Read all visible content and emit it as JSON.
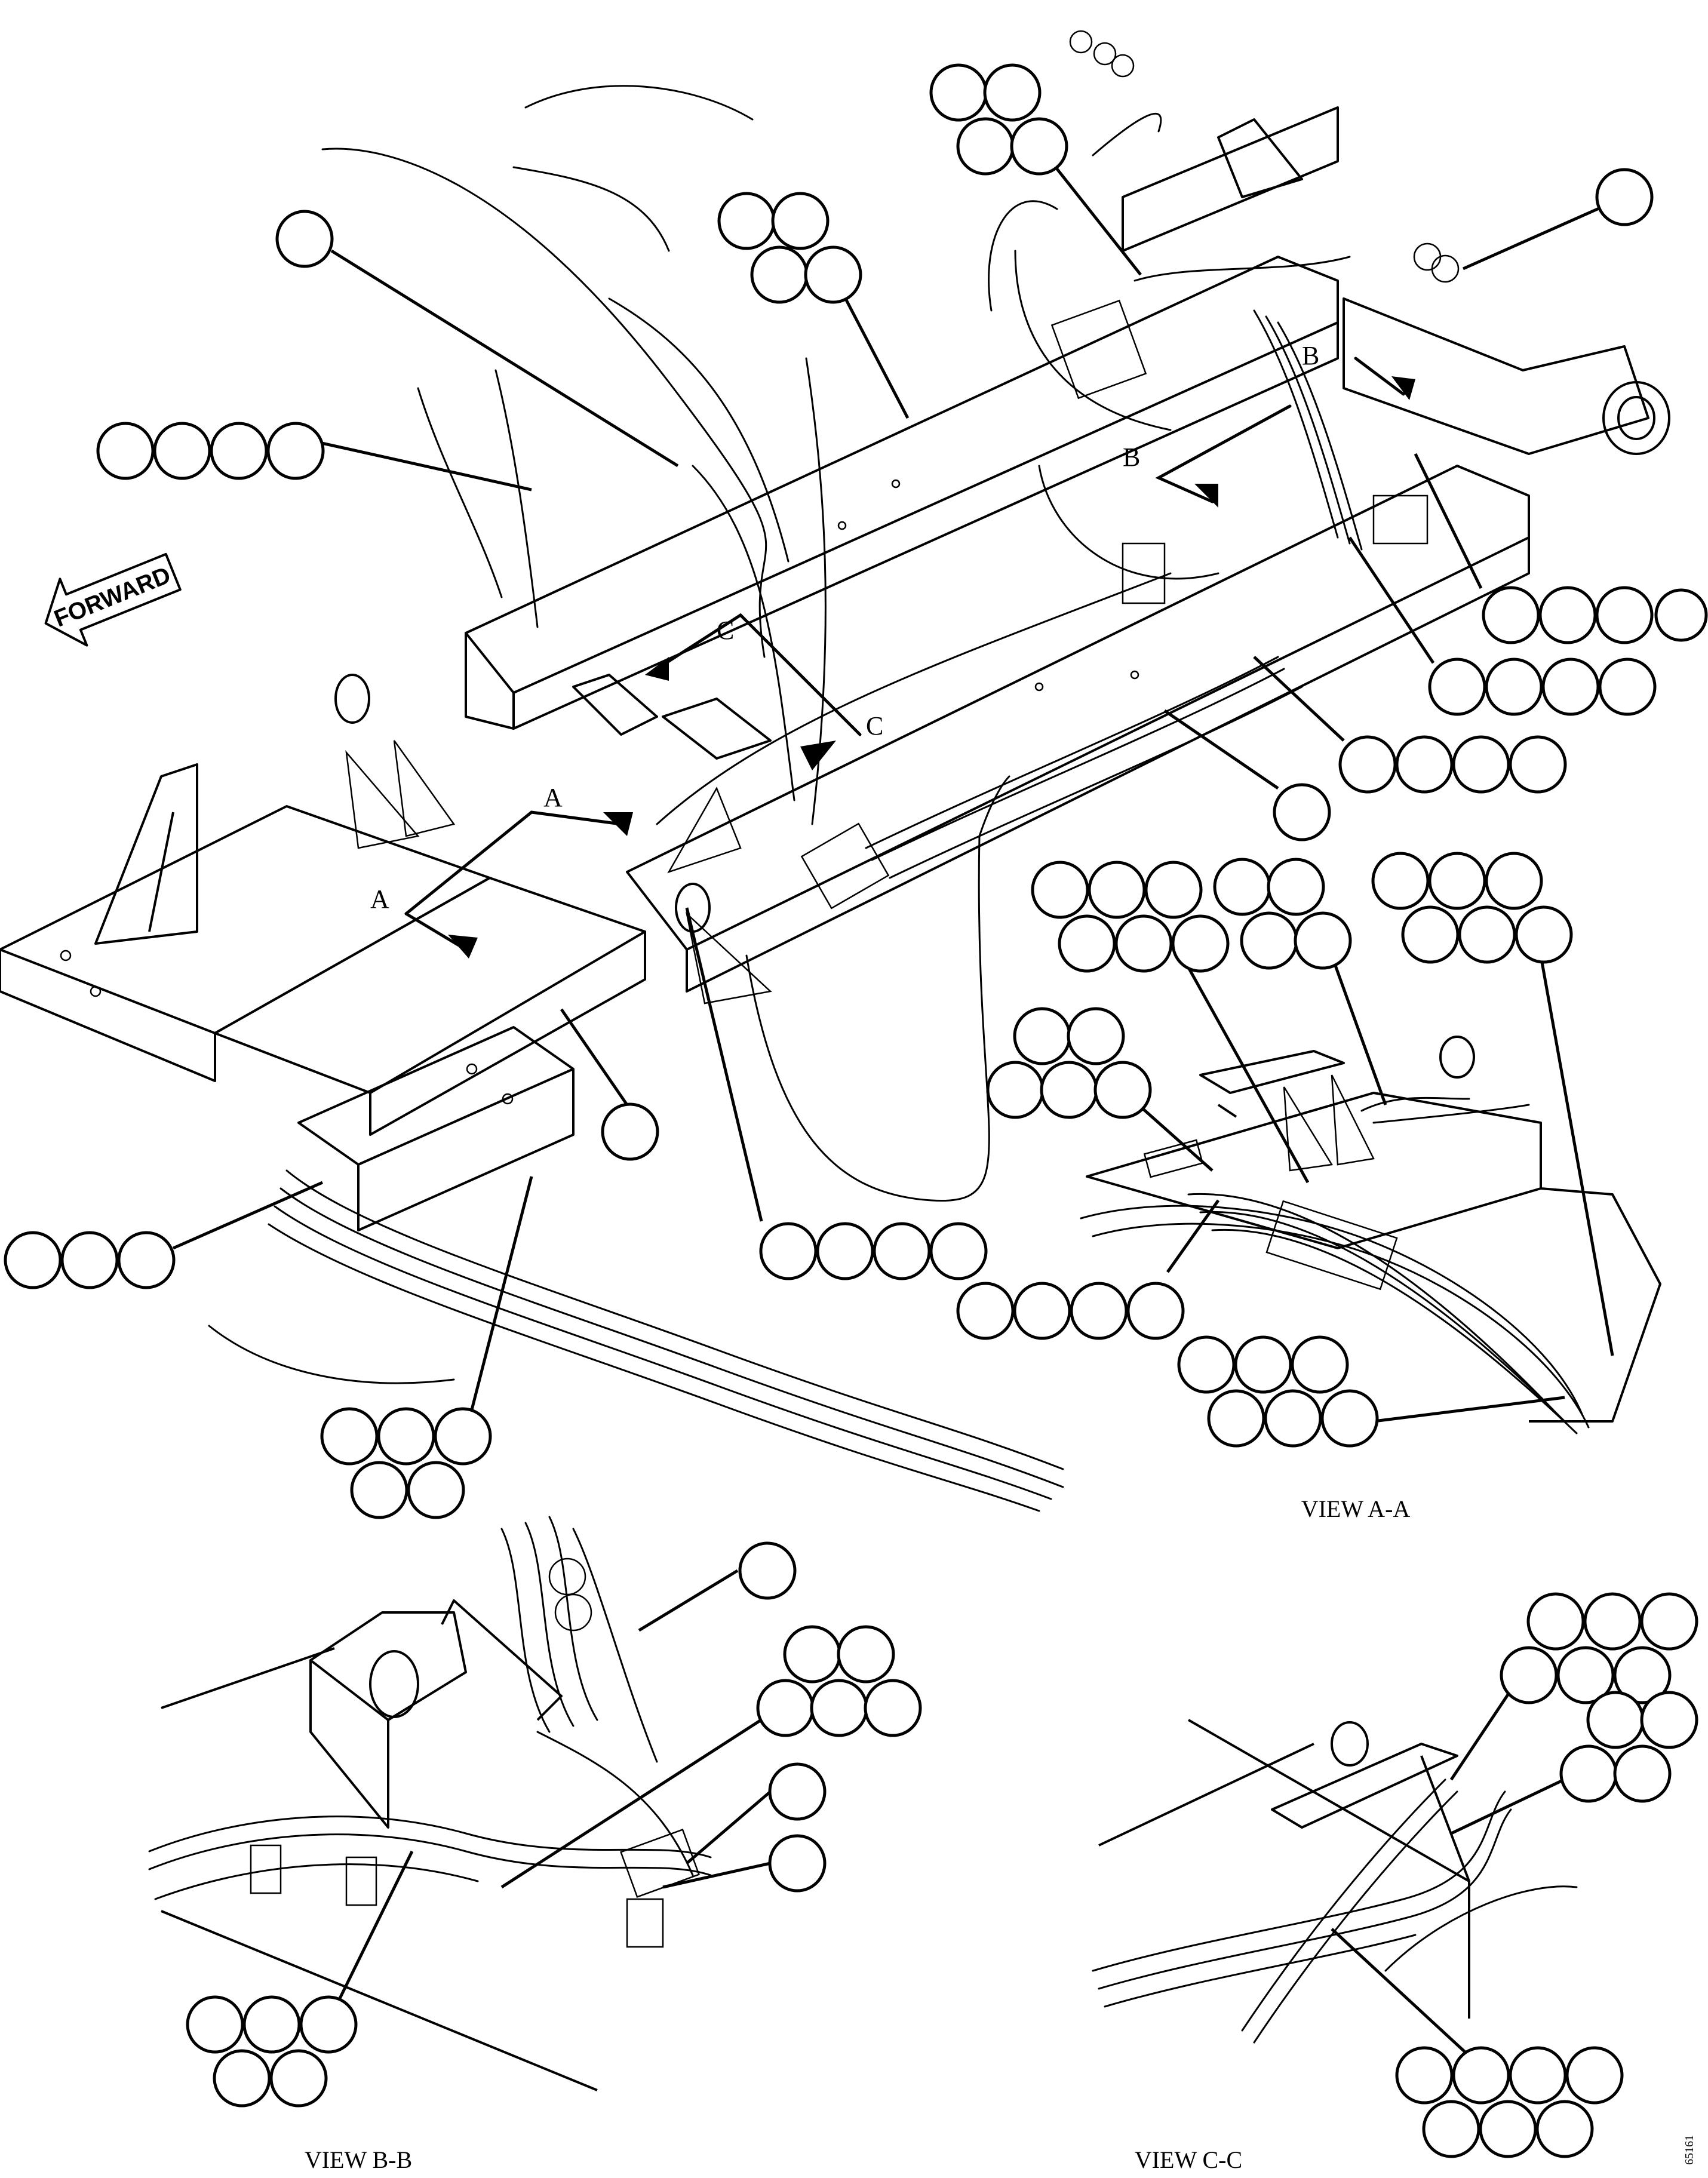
{
  "forward_label": "FORWARD",
  "section_letters": {
    "a": "A",
    "b": "B",
    "c": "C"
  },
  "views": {
    "a_a": "VIEW A-A",
    "b_b": "VIEW B-B",
    "c_c": "VIEW C-C"
  },
  "document_number": "65161",
  "callout_bubble_count": 108
}
